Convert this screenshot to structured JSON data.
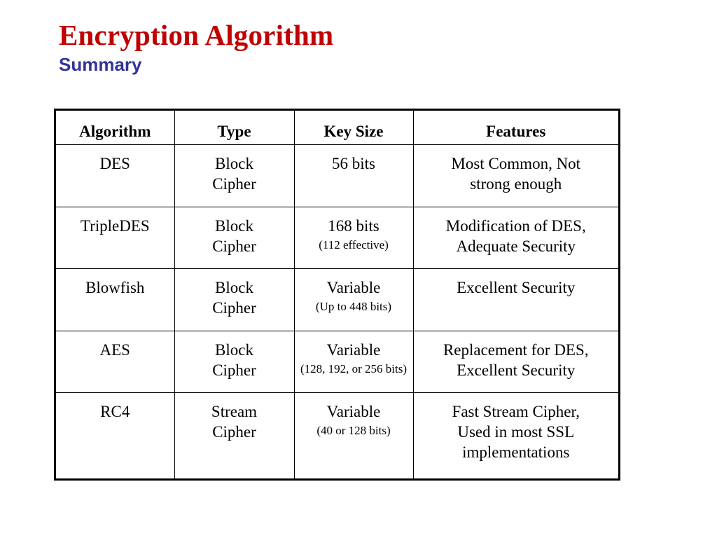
{
  "slide": {
    "title": "Encryption Algorithm",
    "subtitle": "Summary",
    "title_color": "#c00000",
    "subtitle_color": "#333399",
    "background": "#ffffff",
    "border_color": "#000000"
  },
  "table": {
    "columns": [
      "Algorithm",
      "Type",
      "Key Size",
      "Features"
    ],
    "rows": [
      {
        "algorithm": "DES",
        "type_line1": "Block",
        "type_line2": "Cipher",
        "key_main": "56 bits",
        "key_sub": "",
        "feature_line1": "Most Common, Not",
        "feature_line2": "strong enough",
        "feature_line3": ""
      },
      {
        "algorithm": "TripleDES",
        "type_line1": "Block",
        "type_line2": "Cipher",
        "key_main": "168 bits",
        "key_sub": "(112 effective)",
        "feature_line1": "Modification of DES,",
        "feature_line2": "Adequate Security",
        "feature_line3": ""
      },
      {
        "algorithm": "Blowfish",
        "type_line1": "Block",
        "type_line2": "Cipher",
        "key_main": "Variable",
        "key_sub": "(Up to 448 bits)",
        "feature_line1": "Excellent Security",
        "feature_line2": "",
        "feature_line3": ""
      },
      {
        "algorithm": "AES",
        "type_line1": "Block",
        "type_line2": "Cipher",
        "key_main": "Variable",
        "key_sub": "(128, 192, or 256 bits)",
        "feature_line1": "Replacement for DES,",
        "feature_line2": "Excellent Security",
        "feature_line3": ""
      },
      {
        "algorithm": "RC4",
        "type_line1": "Stream",
        "type_line2": "Cipher",
        "key_main": "Variable",
        "key_sub": "(40 or 128 bits)",
        "feature_line1": "Fast Stream Cipher,",
        "feature_line2": "Used in most SSL",
        "feature_line3": "implementations"
      }
    ]
  }
}
